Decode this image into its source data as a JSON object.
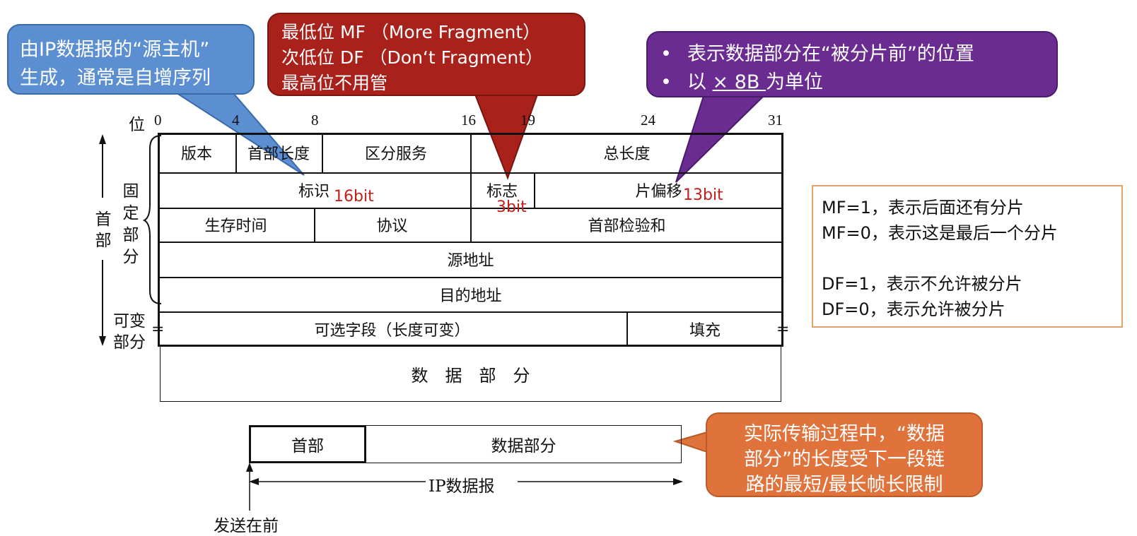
{
  "callouts": {
    "identification": {
      "line1": "由IP数据报的“源主机”",
      "line2": "生成，通常是自增序列"
    },
    "flags": {
      "line1": "最低位 MF （More Fragment）",
      "line2": "次低位 DF （Don‘t Fragment）",
      "line3": "最高位不用管"
    },
    "fragment_offset": {
      "line1": "表示数据部分在“被分片前”的位置",
      "line2_prefix": "以 ",
      "line2_underlined": "× 8B ",
      "line2_suffix": "为单位"
    },
    "transmission": {
      "line1": "实际传输过程中，“数据",
      "line2": "部分”的长度受下一段链",
      "line3": "路的最短/最长帧长限制"
    }
  },
  "bit_positions": {
    "label": "位",
    "b0": "0",
    "b4": "4",
    "b8": "8",
    "b16": "16",
    "b19": "19",
    "b24": "24",
    "b31": "31"
  },
  "side_labels": {
    "header": "首部",
    "fixed_part": [
      "固",
      "定",
      "部",
      "分"
    ],
    "variable_part": [
      "可变",
      "部分"
    ]
  },
  "header_fields": {
    "version": "版本",
    "header_length": "首部长度",
    "dscp": "区分服务",
    "total_length": "总长度",
    "identification": "标识",
    "flags": "标志",
    "fragment_offset": "片偏移",
    "ttl": "生存时间",
    "protocol": "协议",
    "checksum": "首部检验和",
    "source_address": "源地址",
    "destination_address": "目的地址",
    "options": "可选字段（长度可变）",
    "padding": "填充",
    "data_part": "数　据　部　分"
  },
  "bit_annotations": {
    "identification": "16bit",
    "flags": "3bit",
    "fragment_offset": "13bit"
  },
  "info_box": {
    "mf1": "MF=1，表示后面还有分片",
    "mf0": "MF=0，表示这是最后一个分片",
    "df1": "DF=1，表示不允许被分片",
    "df0": "DF=0，表示允许被分片"
  },
  "packet": {
    "header": "首部",
    "data": "数据部分",
    "label": "IP数据报",
    "send_first": "发送在前"
  },
  "colors": {
    "blue": "#5b8fd1",
    "red": "#a8211a",
    "purple": "#6a2c91",
    "orange": "#e0733b",
    "annotation_red": "#c21f1a"
  }
}
